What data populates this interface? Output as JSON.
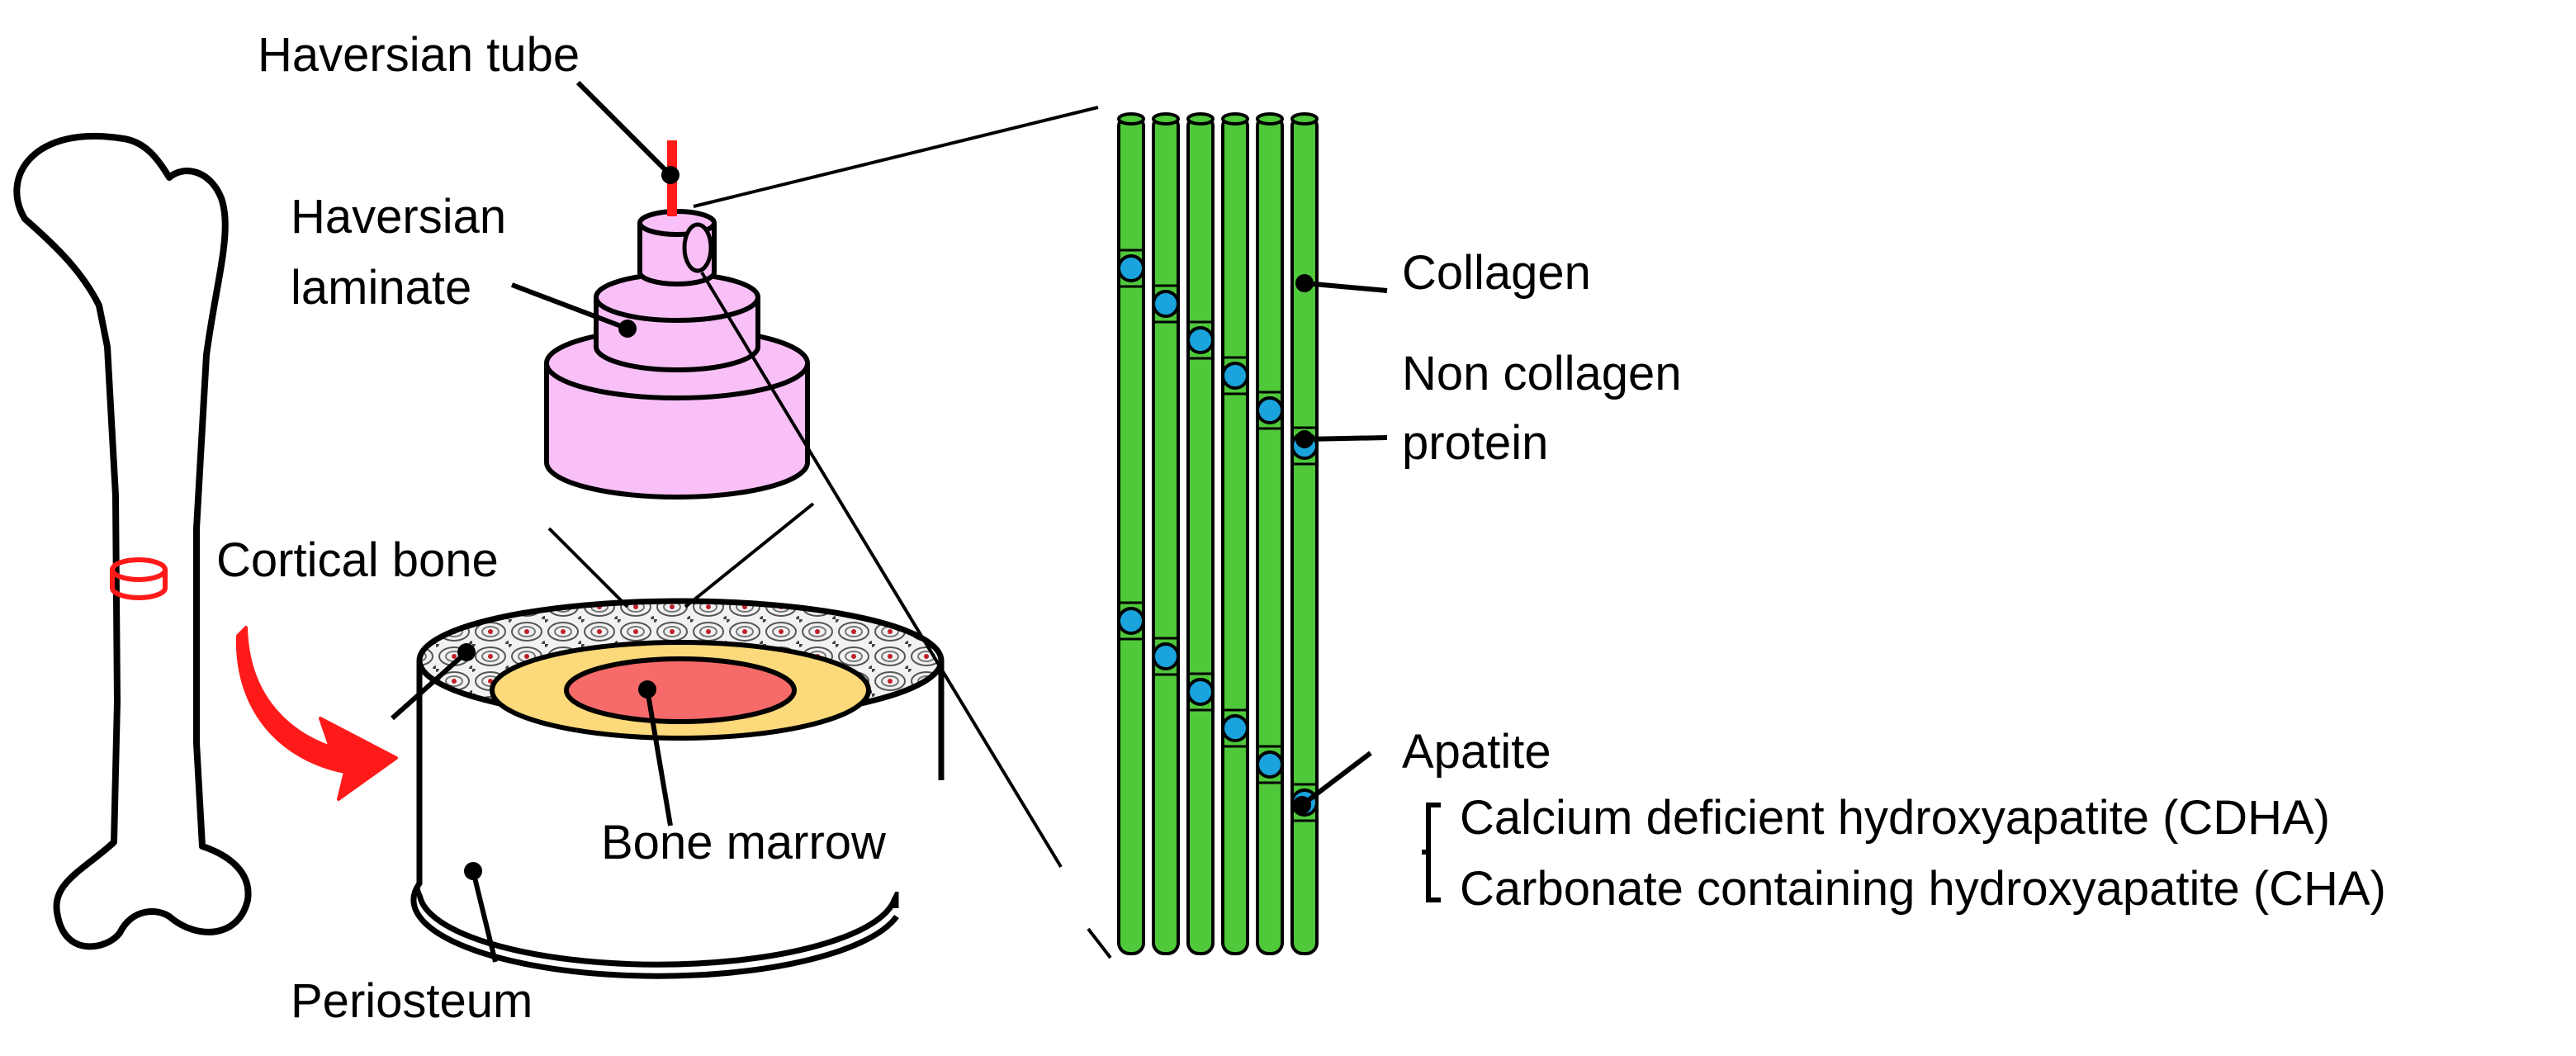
{
  "labels": {
    "haversian_tube": "Haversian tube",
    "haversian_laminate_line1": "Haversian",
    "haversian_laminate_line2": "laminate",
    "cortical_bone": "Cortical bone",
    "bone_marrow": "Bone marrow",
    "periosteum": "Periosteum",
    "collagen": "Collagen",
    "non_collagen_line1": "Non collagen",
    "non_collagen_line2": "protein",
    "apatite": "Apatite",
    "cdha": "Calcium deficient hydroxyapatite (CDHA)",
    "cha": "Carbonate containing hydroxyapatite (CHA)"
  },
  "colors": {
    "collagen_green": "#4fc83a",
    "apatite_blue": "#1aa3dc",
    "laminate_pink": "#f9c0f7",
    "marrow_red": "#f76a6a",
    "marrow_ring_yellow": "#fcd97a",
    "tube_red": "#ff1a1a",
    "arrow_red": "#ff1a1a"
  }
}
